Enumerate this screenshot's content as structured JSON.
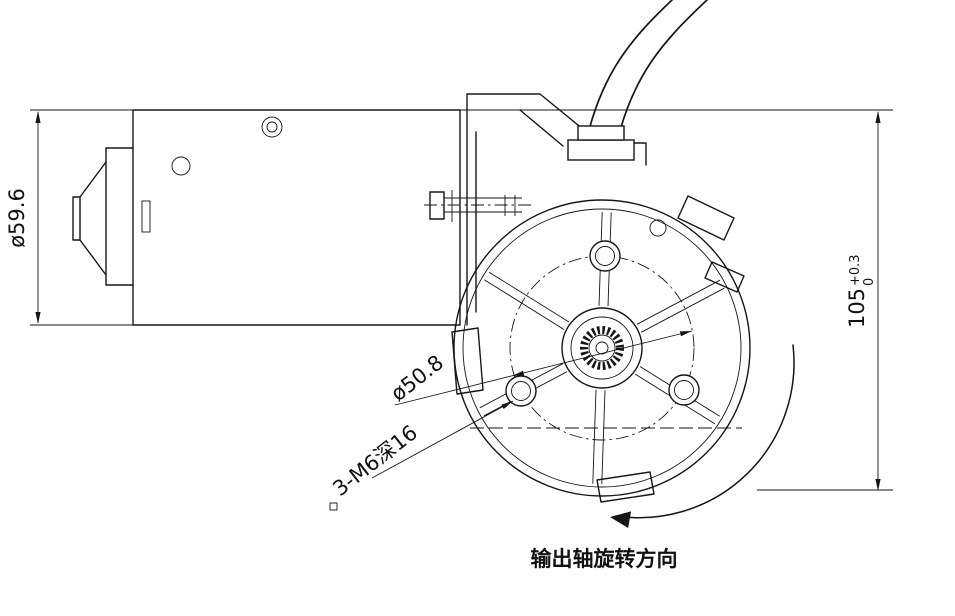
{
  "drawing": {
    "dimensions": {
      "motor_diameter": "ø59.6",
      "bolt_circle_diameter": "ø50.8",
      "mounting_holes": "3-M6深16",
      "overall_height_value": "105",
      "overall_height_tol_upper": "+0.3",
      "overall_height_tol_lower": "0"
    },
    "labels": {
      "rotation_direction": "输出轴旋转方向"
    }
  }
}
